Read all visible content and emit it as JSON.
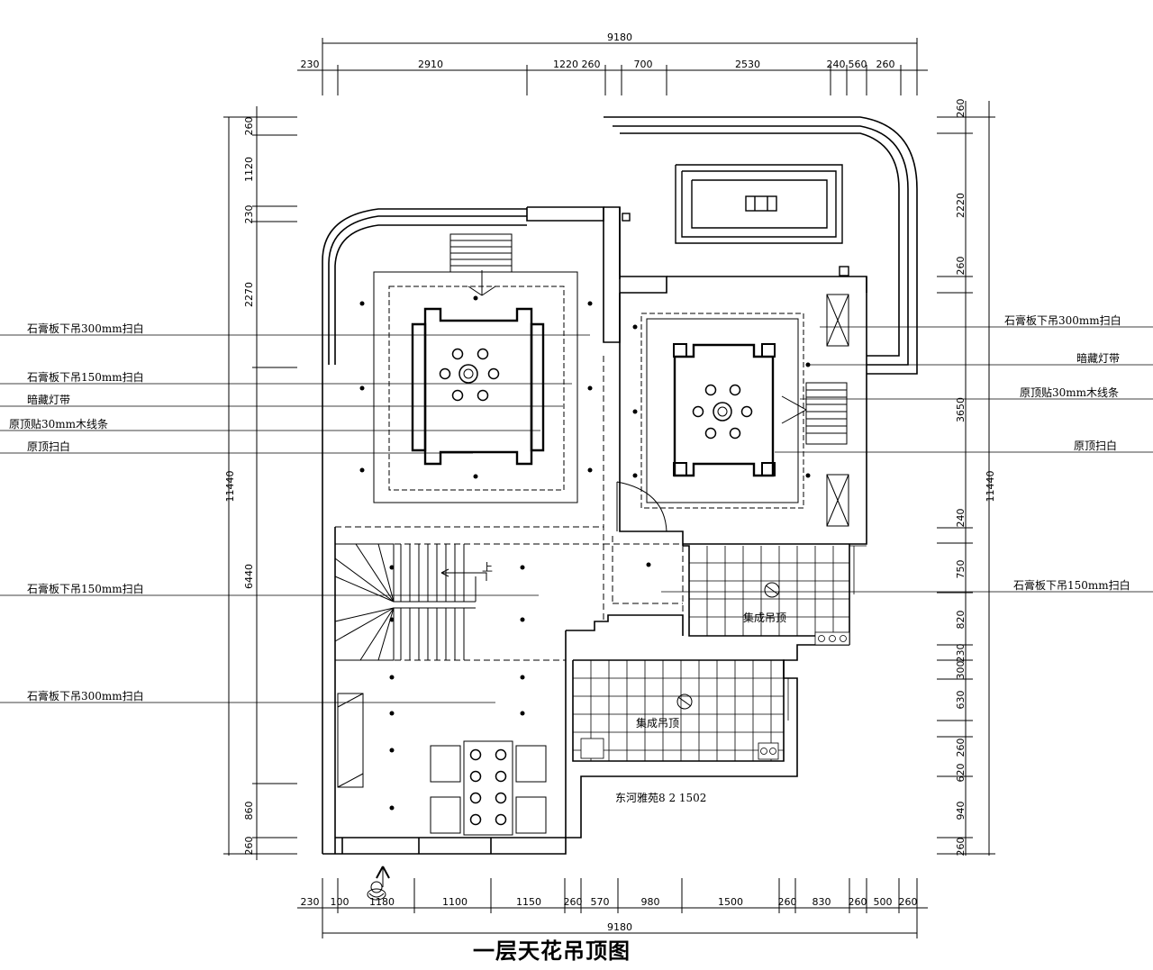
{
  "title": "一层天花吊顶图",
  "project_label": "东河雅苑8 2 1502",
  "top_dimensions": {
    "total": "9180",
    "segments": [
      "230",
      "2910",
      "1220",
      "260",
      "700",
      "2530",
      "240",
      "560",
      "260"
    ]
  },
  "bottom_dimensions": {
    "total": "9180",
    "segments": [
      "230",
      "100",
      "1180",
      "1100",
      "1150",
      "260",
      "570",
      "980",
      "1500",
      "260",
      "830",
      "260",
      "500",
      "260"
    ]
  },
  "left_dimensions": {
    "total": "11440",
    "segments": [
      "260",
      "1120",
      "230",
      "2270",
      "6440",
      "860",
      "260"
    ]
  },
  "right_dimensions": {
    "total": "11440",
    "segments": [
      "260",
      "2220",
      "260",
      "3650",
      "240",
      "750",
      "820",
      "230",
      "300",
      "630",
      "260",
      "620",
      "940",
      "260"
    ]
  },
  "left_callouts": [
    "石膏板下吊300mm扫白",
    "石膏板下吊150mm扫白",
    "暗藏灯带",
    "原顶贴30mm木线条",
    "原顶扫白",
    "石膏板下吊150mm扫白",
    "石膏板下吊300mm扫白"
  ],
  "right_callouts": [
    "石膏板下吊300mm扫白",
    "暗藏灯带",
    "原顶贴30mm木线条",
    "原顶扫白",
    "石膏板下吊150mm扫白"
  ],
  "room_labels": {
    "bath_upper": "集成吊顶",
    "kitchen": "集成吊顶",
    "stair": "上"
  }
}
